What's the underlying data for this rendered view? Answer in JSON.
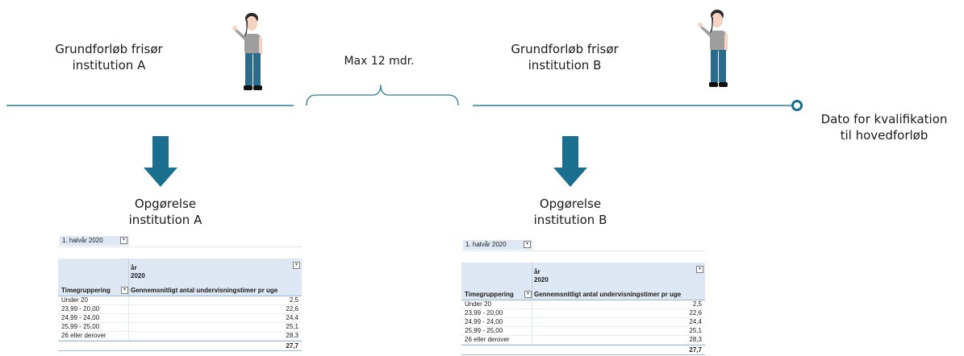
{
  "left": {
    "title_lines": [
      "Grundforløb frisør",
      "institution A"
    ],
    "result_lines": [
      "Opgørelse",
      "institution A"
    ]
  },
  "right": {
    "title_lines": [
      "Grundforløb frisør",
      "institution B"
    ],
    "result_lines": [
      "Opgørelse",
      "institution B"
    ]
  },
  "bracket_label": "Max 12 mdr.",
  "end_label_lines": [
    "Dato for kvalifikation",
    "til hovedforløb"
  ],
  "colors": {
    "teal": "#1a6e8e",
    "line": "#2e7d96",
    "arrow": "#1a6e8e",
    "header_fill": "#dde8f4"
  },
  "pivot": {
    "filter": "1. halvår 2020",
    "col_group": "år",
    "year": "2020",
    "row_header": "Timegruppering",
    "value_header": "Gennemsnitligt antal undervisningstimer pr uge",
    "rows": [
      {
        "label": "Under 20",
        "value": "2,5"
      },
      {
        "label": "23,99 - 20,00",
        "value": "22,6"
      },
      {
        "label": "24,99 - 24,00",
        "value": "24,4"
      },
      {
        "label": "25,99 - 25,00",
        "value": "25,1"
      },
      {
        "label": "26 eller derover",
        "value": "28,3"
      }
    ],
    "total": "27,7"
  },
  "icons": [
    "person-icon",
    "person-icon",
    "arrow-down-icon",
    "arrow-down-icon",
    "timeline-end-circle-icon"
  ]
}
